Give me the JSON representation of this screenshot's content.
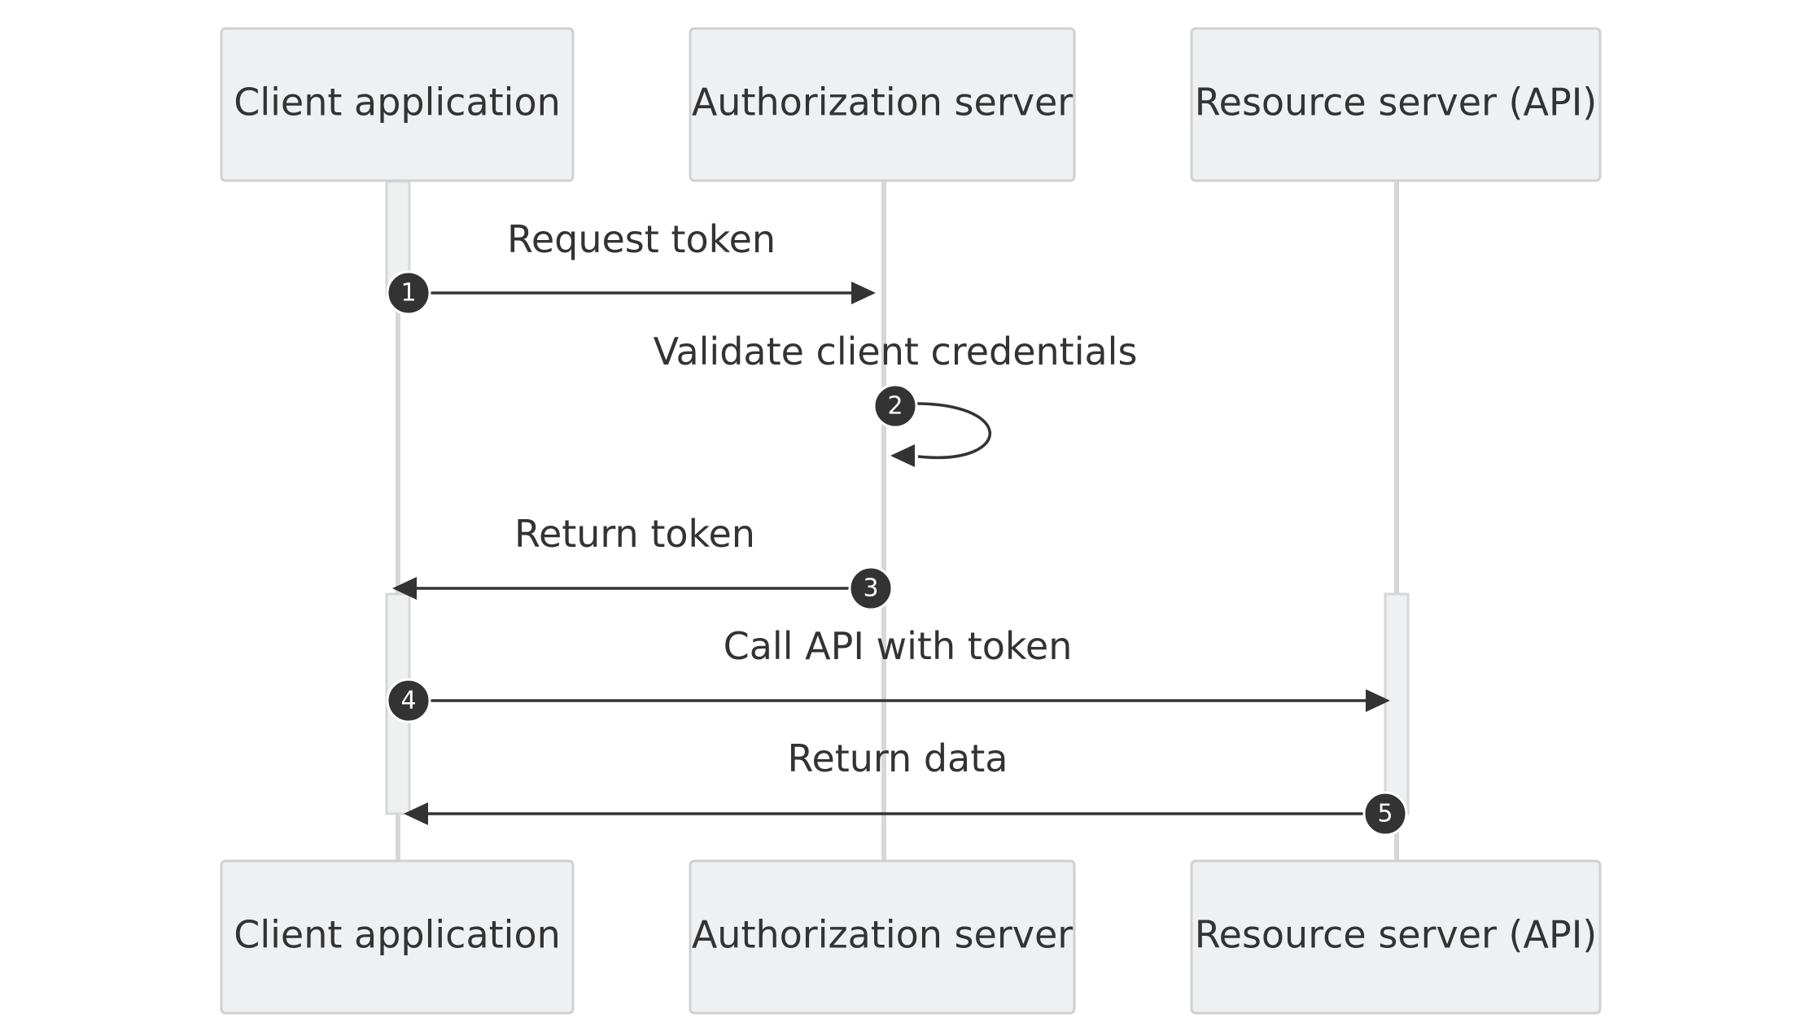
{
  "participants": [
    {
      "id": "client",
      "label": "Client application"
    },
    {
      "id": "auth",
      "label": "Authorization server"
    },
    {
      "id": "resource",
      "label": "Resource server (API)"
    }
  ],
  "messages": [
    {
      "seq": "1",
      "from": "client",
      "to": "auth",
      "label": "Request token"
    },
    {
      "seq": "2",
      "from": "auth",
      "to": "auth",
      "label": "Validate client credentials"
    },
    {
      "seq": "3",
      "from": "auth",
      "to": "client",
      "label": "Return token"
    },
    {
      "seq": "4",
      "from": "client",
      "to": "resource",
      "label": "Call API with token"
    },
    {
      "seq": "5",
      "from": "resource",
      "to": "client",
      "label": "Return data"
    }
  ],
  "colors": {
    "box_fill": "#eff0f1",
    "box_stroke": "#d0d0d0",
    "line": "#333333",
    "lifeline": "#d7d7d7"
  }
}
